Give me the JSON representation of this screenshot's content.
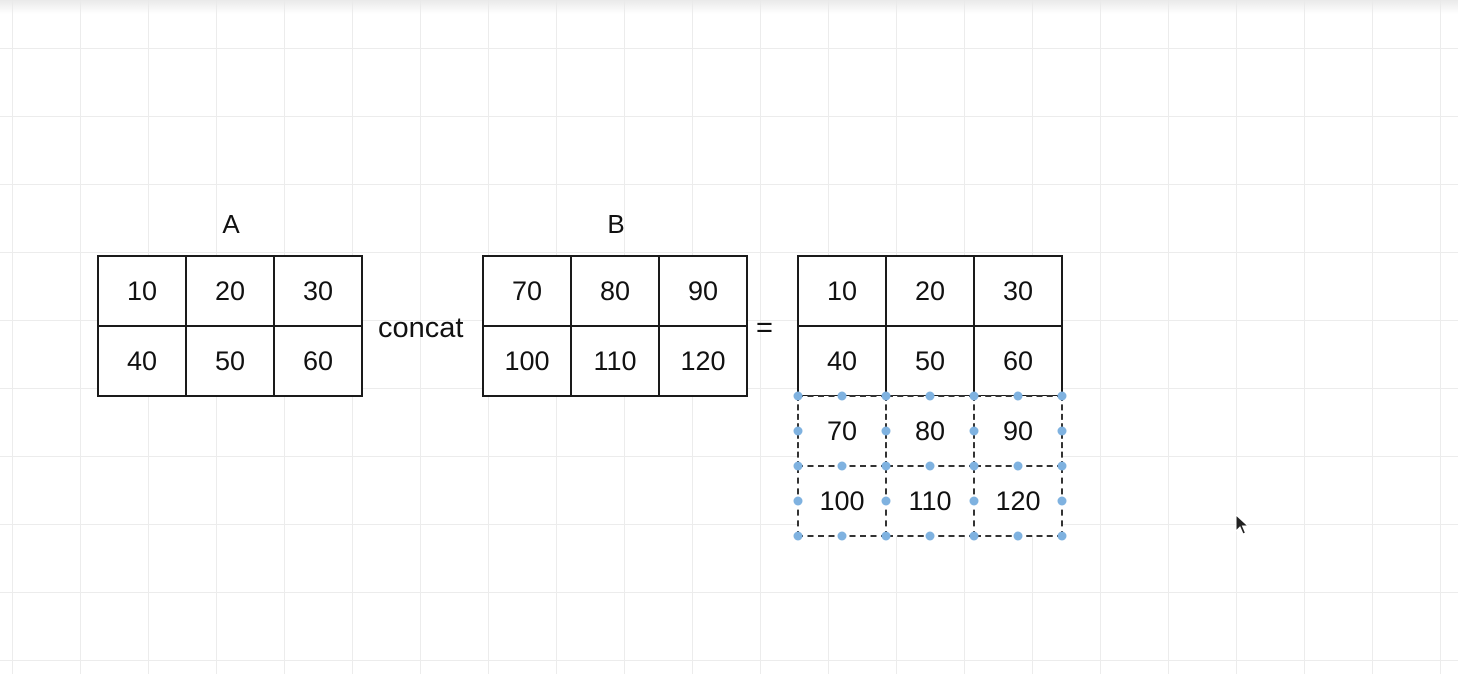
{
  "labels": {
    "a": "A",
    "b": "B",
    "operator": "concat",
    "equals": "="
  },
  "matrix_a": [
    [
      "10",
      "20",
      "30"
    ],
    [
      "40",
      "50",
      "60"
    ]
  ],
  "matrix_b": [
    [
      "70",
      "80",
      "90"
    ],
    [
      "100",
      "110",
      "120"
    ]
  ],
  "result_top": [
    [
      "10",
      "20",
      "30"
    ],
    [
      "40",
      "50",
      "60"
    ]
  ],
  "result_bottom": [
    [
      "70",
      "80",
      "90"
    ],
    [
      "100",
      "110",
      "120"
    ]
  ],
  "colors": {
    "selection_handle": "#7fb2e0",
    "grid_line": "#ececec",
    "cell_border": "#1a1a1a"
  },
  "icons": {
    "cursor": "mouse-pointer-icon"
  }
}
